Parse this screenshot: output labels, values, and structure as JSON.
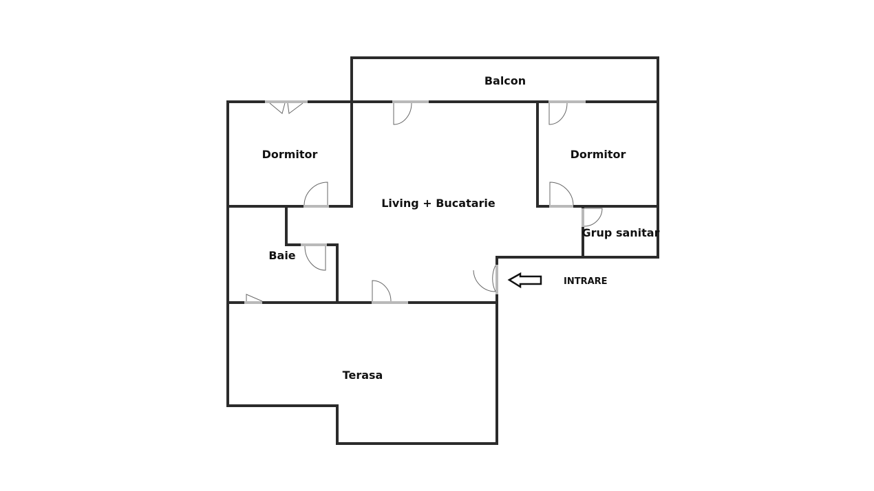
{
  "rooms": {
    "balcon": "Balcon",
    "dormitor_left": "Dormitor",
    "dormitor_right": "Dormitor",
    "living": "Living + Bucatarie",
    "grup_sanitar": "Grup sanitar",
    "baie": "Baie",
    "terasa": "Terasa"
  },
  "entry": {
    "label": "INTRARE",
    "icon": "arrow-left-icon"
  }
}
